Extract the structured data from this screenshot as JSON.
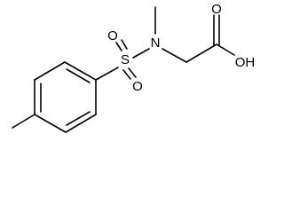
{
  "molecule": {
    "atoms": {
      "sulfur": "S",
      "nitrogen": "N",
      "oxygen_top": "O",
      "oxygen_bottom": "O",
      "carbonyl_oxygen": "O",
      "hydroxyl": "OH"
    },
    "colors": {
      "bond": "#000000",
      "label": "#000000",
      "background": "#ffffff"
    }
  }
}
